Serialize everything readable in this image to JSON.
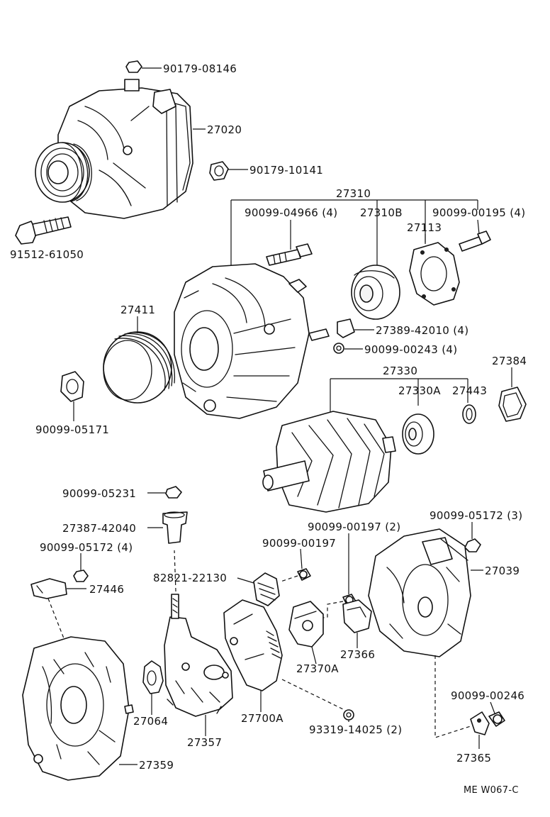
{
  "labels": {
    "p90179_08146": "90179-08146",
    "p27020": "27020",
    "p90179_10141": "90179-10141",
    "p91512_61050": "91512-61050",
    "p27310": "27310",
    "p90099_04966": "90099-04966 (4)",
    "p27310B": "27310B",
    "p90099_00195": "90099-00195 (4)",
    "p27113": "27113",
    "p27411": "27411",
    "p27389_42010": "27389-42010 (4)",
    "p90099_00243": "90099-00243 (4)",
    "p27384": "27384",
    "p27330": "27330",
    "p27330A": "27330A",
    "p27443": "27443",
    "p90099_05171": "90099-05171",
    "p90099_05231": "90099-05231",
    "p27387_42040": "27387-42040",
    "p90099_00197_2": "90099-00197 (2)",
    "p90099_05172_3": "90099-05172 (3)",
    "p90099_05172_4": "90099-05172 (4)",
    "p90099_00197": "90099-00197",
    "p27039": "27039",
    "p27446": "27446",
    "p82821_22130": "82821-22130",
    "p27366": "27366",
    "p27370A": "27370A",
    "p27064": "27064",
    "p27700A": "27700A",
    "p90099_00246": "90099-00246",
    "p93319_14025": "93319-14025 (2)",
    "p27357": "27357",
    "p27359": "27359",
    "p27365": "27365",
    "figure_code": "ME W067-C"
  }
}
